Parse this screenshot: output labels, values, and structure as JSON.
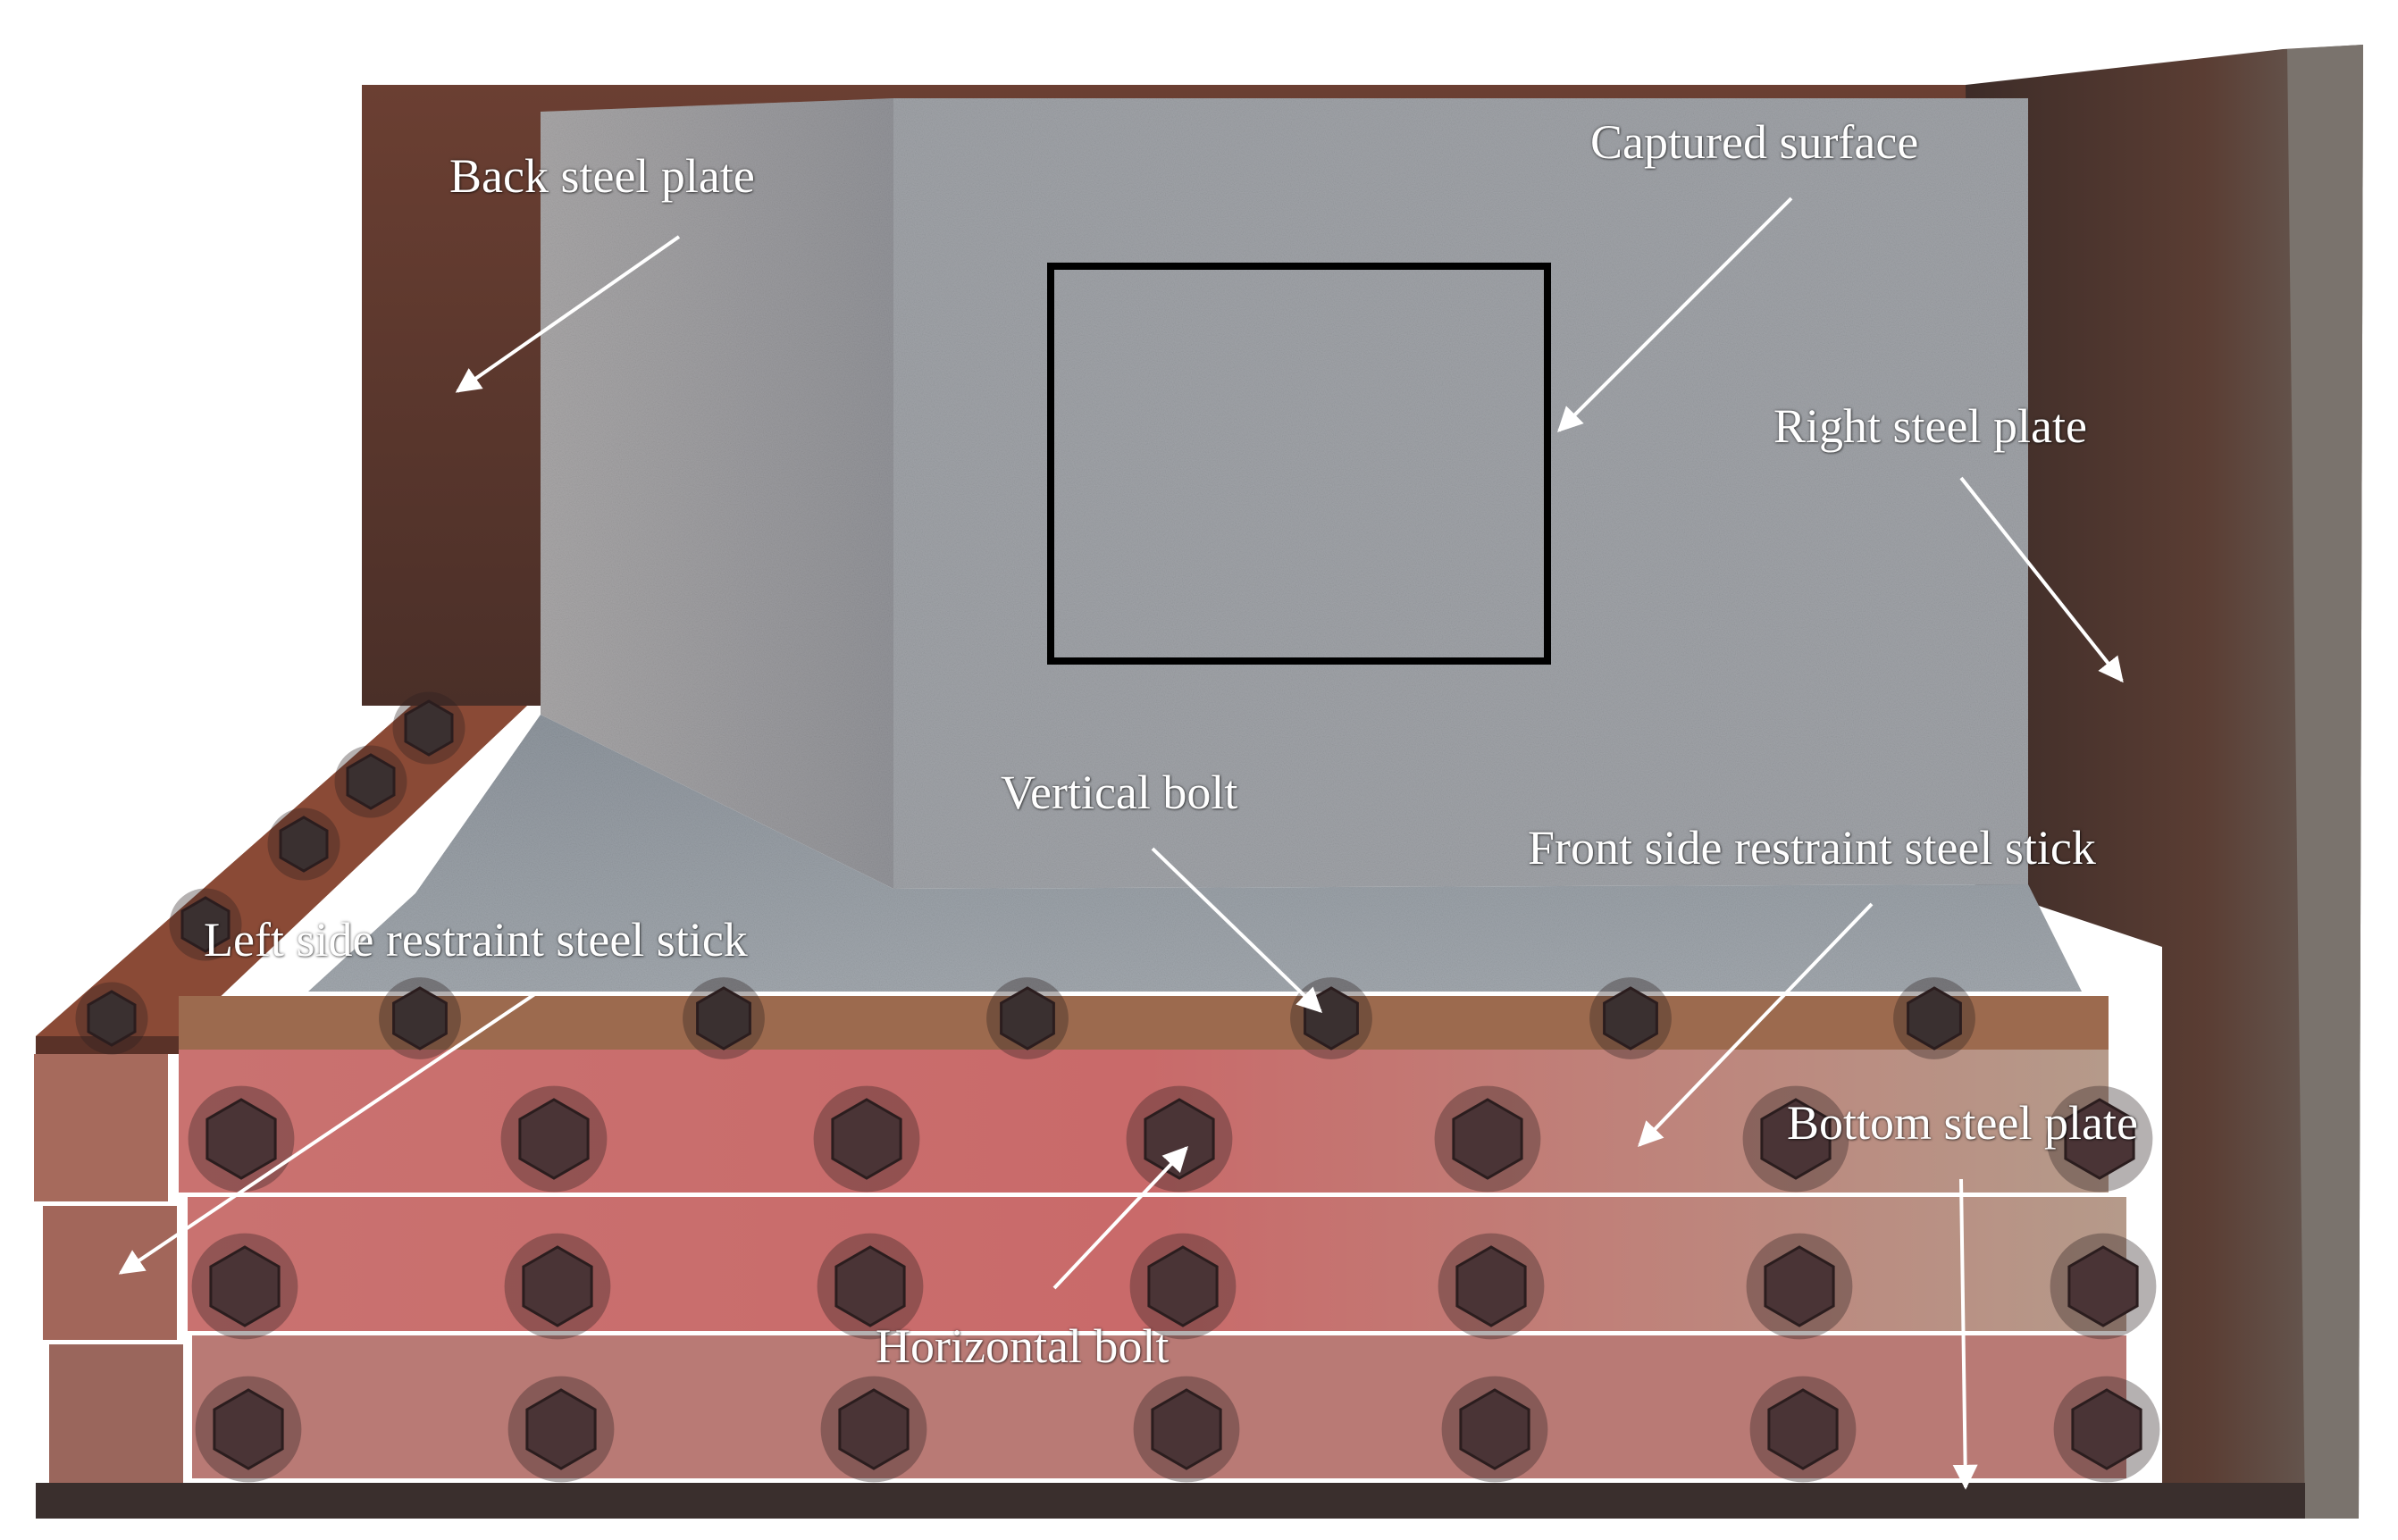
{
  "figure": {
    "labels": {
      "back_steel_plate": "Back steel plate",
      "captured_surface": "Captured surface",
      "right_steel_plate": "Right steel plate",
      "vertical_bolt": "Vertical bolt",
      "front_side_restraint": "Front side restraint steel stick",
      "left_side_restraint": "Left side restraint steel stick",
      "bottom_steel_plate": "Bottom steel plate",
      "horizontal_bolt": "Horizontal bolt"
    },
    "colors": {
      "rust_plate": "#5a3a30",
      "granite": "#9ea1a5",
      "granite_floor": "#8f98a2",
      "stick_red": "#c2676a",
      "bolt": "#4a3436",
      "annotation": "#ffffff",
      "capture_box": "#000000"
    }
  }
}
